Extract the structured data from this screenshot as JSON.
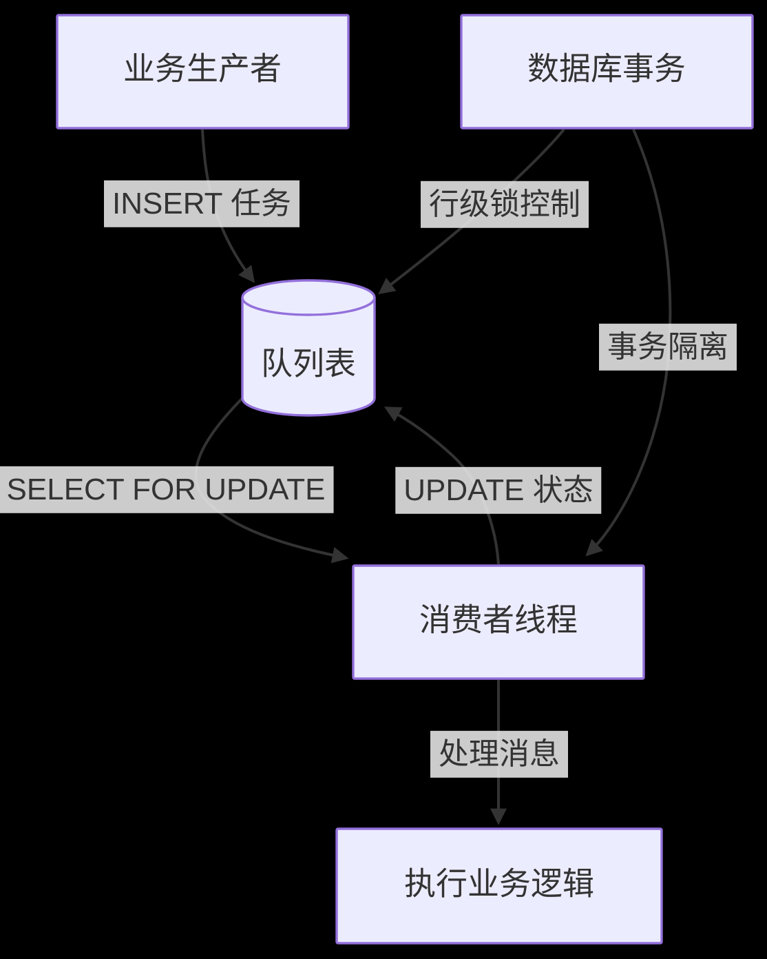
{
  "diagram": {
    "kind": "flowchart-top-down",
    "colors": {
      "background": "#000000",
      "node_fill": "#ECECFF",
      "node_border": "#9370DB",
      "edge_stroke": "#333333",
      "edge_label_bg": "#e8e8e8",
      "text": "#333333"
    },
    "nodes": [
      {
        "id": "producer",
        "label": "业务生产者",
        "shape": "rectangle"
      },
      {
        "id": "dbtx",
        "label": "数据库事务",
        "shape": "rectangle"
      },
      {
        "id": "queue",
        "label": "队列表",
        "shape": "cylinder"
      },
      {
        "id": "consumer",
        "label": "消费者线程",
        "shape": "rectangle"
      },
      {
        "id": "exec",
        "label": "执行业务逻辑",
        "shape": "rectangle"
      }
    ],
    "edges": [
      {
        "from": "producer",
        "to": "queue",
        "label": "INSERT 任务"
      },
      {
        "from": "dbtx",
        "to": "queue",
        "label": "行级锁控制"
      },
      {
        "from": "dbtx",
        "to": "consumer",
        "label": "事务隔离"
      },
      {
        "from": "queue",
        "to": "consumer",
        "label": "SELECT FOR UPDATE"
      },
      {
        "from": "consumer",
        "to": "queue",
        "label": "UPDATE 状态"
      },
      {
        "from": "consumer",
        "to": "exec",
        "label": "处理消息"
      }
    ]
  }
}
